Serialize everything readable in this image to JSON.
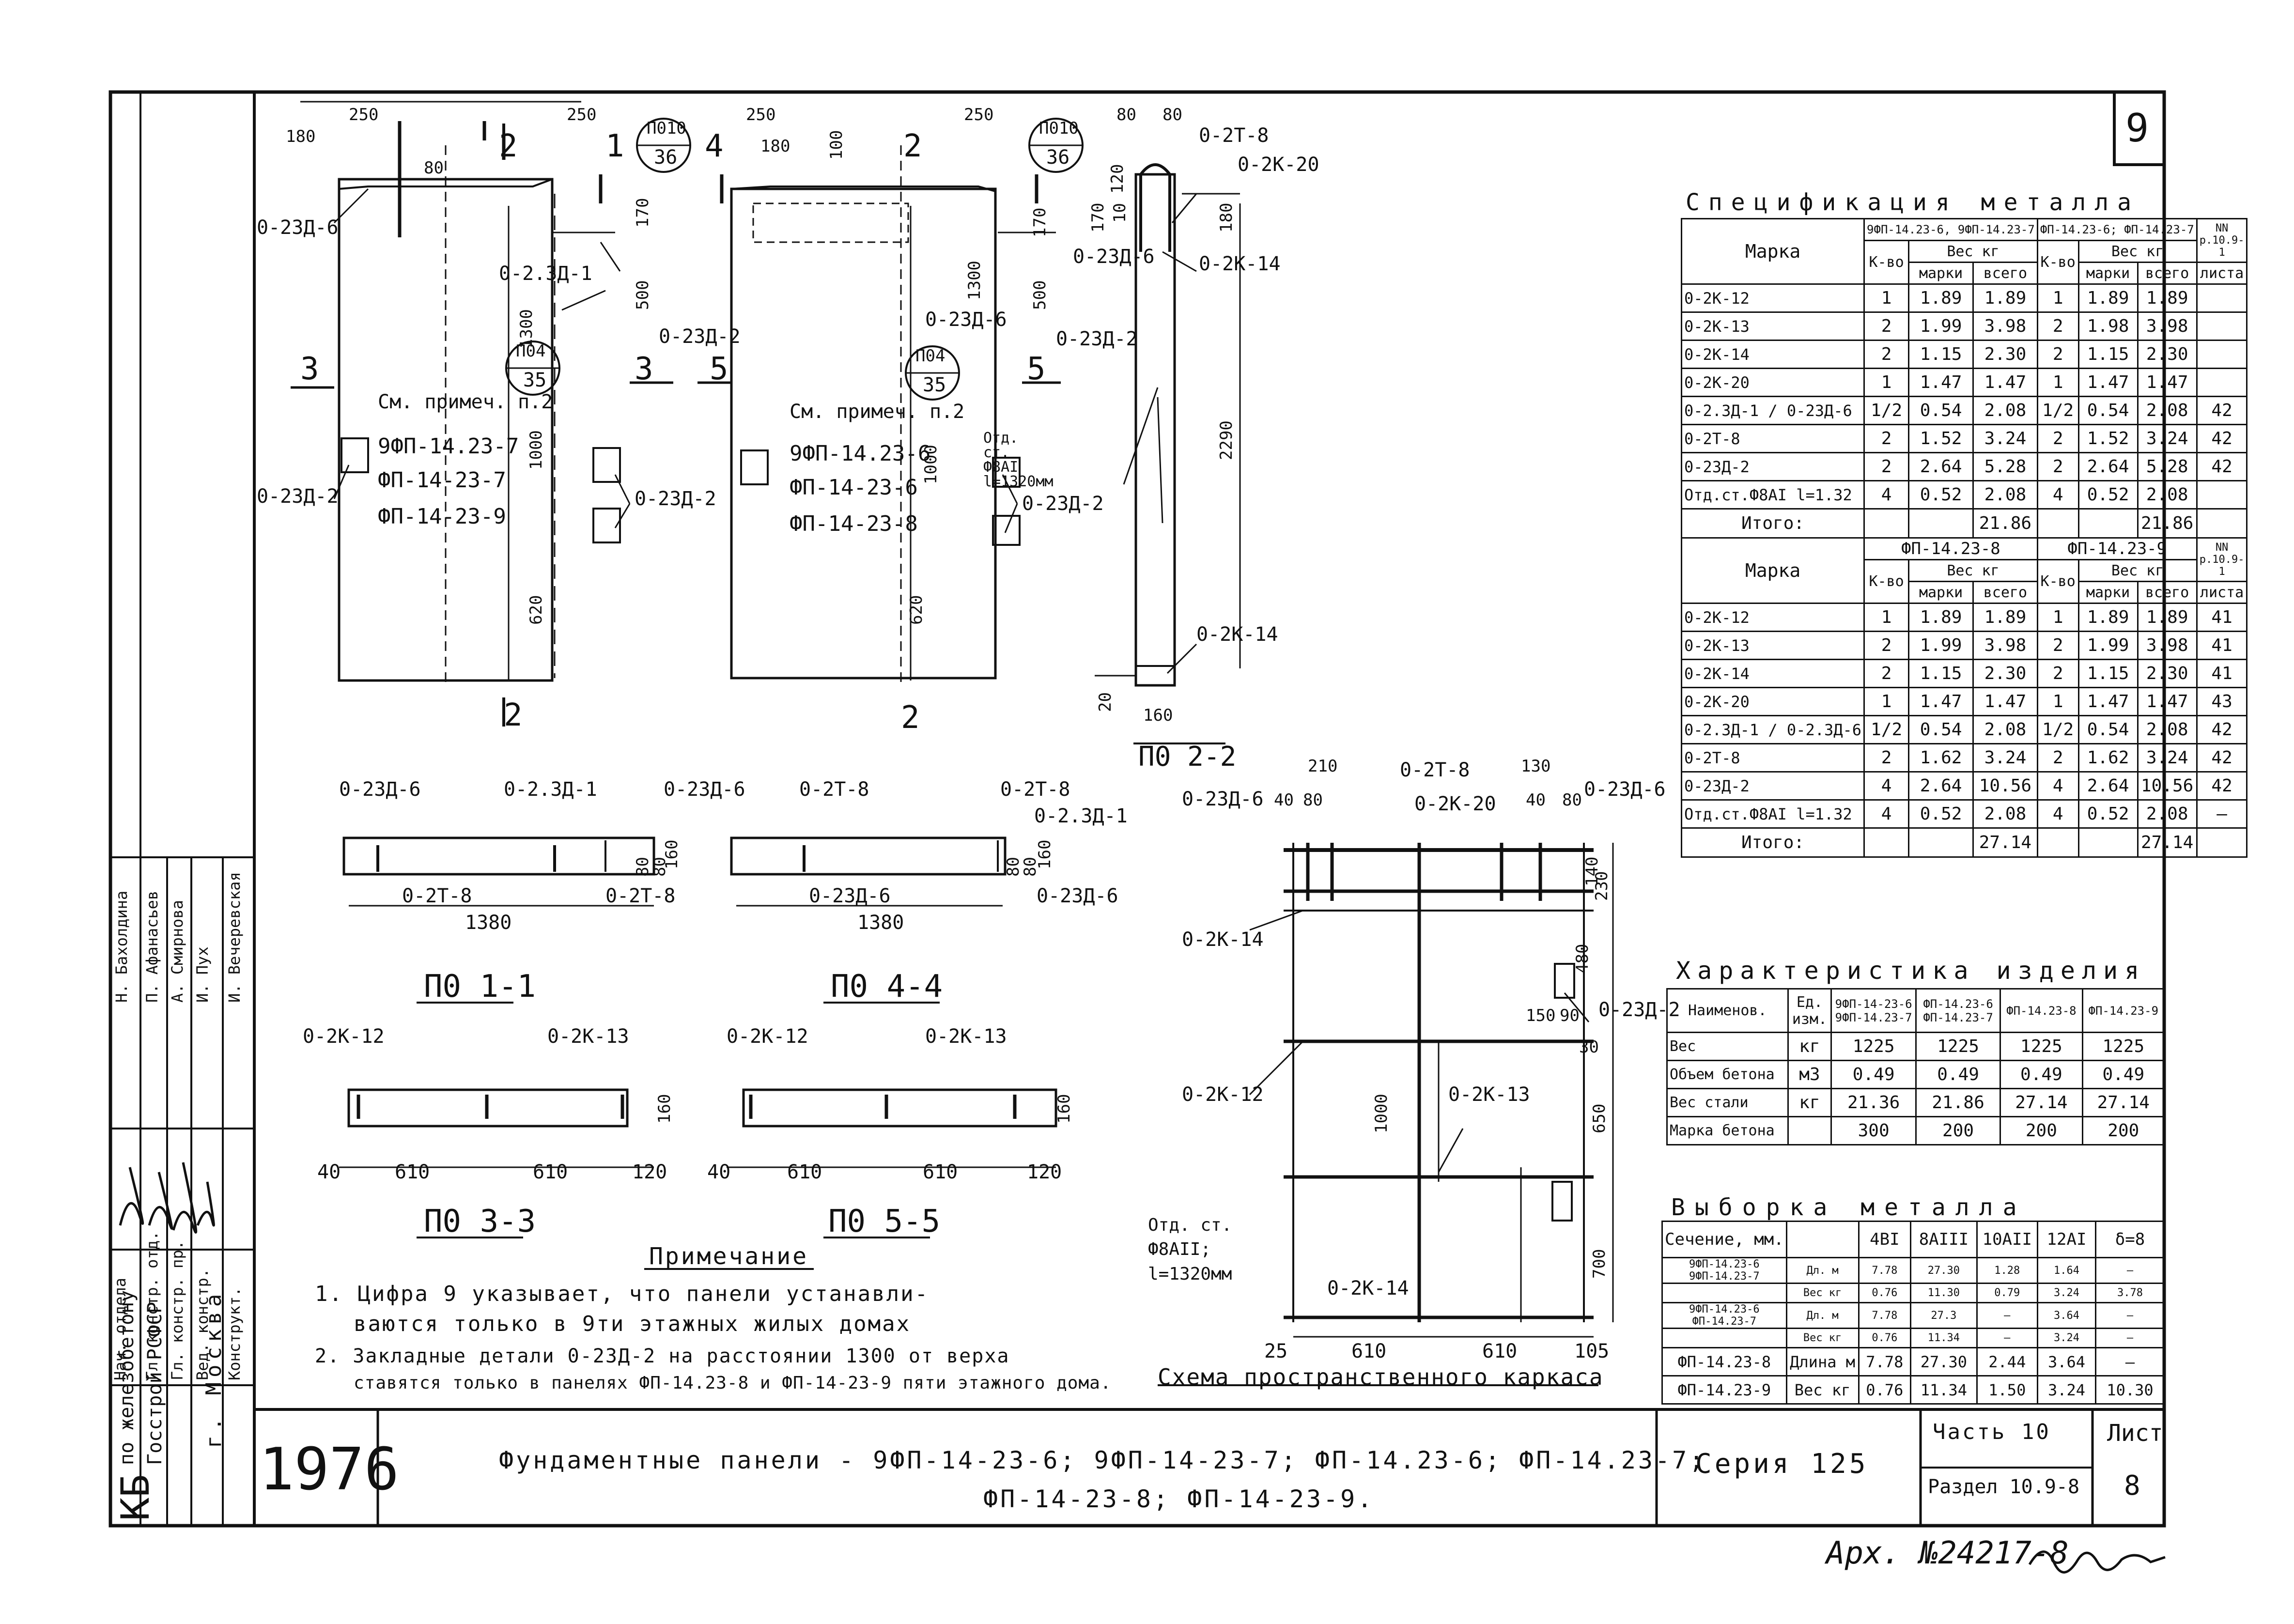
{
  "sheet": {
    "sheet_number": "9",
    "year": "1976",
    "title_line1": "Фундаментные панели - 9ФП-14-23-6; 9ФП-14-23-7; ФП-14.23-6; ФП-14.23-7;",
    "title_line2": "ФП-14-23-8; ФП-14-23-9.",
    "series_label": "Серия 125",
    "part_label": "Часть 10",
    "section_label": "Раздел 10.9-8",
    "list_label": "Лист",
    "list_value": "8",
    "archive": "Арх. №24217-8"
  },
  "stamp": {
    "org_kb": "КБ",
    "org_line1": "по железобетону",
    "org_line2": "Госстрой РСФСР",
    "city": "г. Москва",
    "roles": [
      "Нач. отдела",
      "Гл. констр. отд.",
      "Гл. констр. пр.",
      "Вед. констр.",
      "Конструкт."
    ],
    "names": [
      "Н. Бахолдина",
      "П. Афанасьев",
      "А. Смирнова",
      "И. Пух",
      "И. Вечеревская"
    ]
  },
  "drawing": {
    "left_panel": {
      "dims": [
        "250",
        "250",
        "180",
        "80",
        "1300",
        "500",
        "1000",
        "620",
        "170"
      ],
      "callouts": [
        "0-23Д-6",
        "0-2.3Д-1",
        "0-23Д-2",
        "0-23Д-2",
        "0-23Д-2"
      ],
      "bubbles": [
        {
          "top": "П010",
          "bottom": "36"
        },
        {
          "top": "П04",
          "bottom": "35"
        }
      ],
      "section_marks": [
        "1",
        "2",
        "3",
        "3",
        "2"
      ],
      "note_ref": "См. примеч. п.2",
      "marks": [
        "9ФП-14.23-7",
        "ФП-14-23-7",
        "ФП-14-23-9"
      ]
    },
    "mid_panel": {
      "dims": [
        "250",
        "250",
        "180",
        "100",
        "1300",
        "500",
        "1000",
        "620",
        "170"
      ],
      "callouts": [
        "0-23Д-6",
        "0-23Д-2",
        "0-23Д-2",
        "Отд. ст. Ф8АI l=1320мм"
      ],
      "bubbles": [
        {
          "top": "П010",
          "bottom": "36"
        },
        {
          "top": "П04",
          "bottom": "35"
        }
      ],
      "section_marks": [
        "4",
        "2",
        "5",
        "5",
        "2"
      ],
      "note_ref": "См. примеч. п.2",
      "marks": [
        "9ФП-14.23-6",
        "ФП-14-23-6",
        "ФП-14-23-8"
      ]
    },
    "section_2_2": {
      "dims": [
        "80",
        "80",
        "120",
        "170",
        "180",
        "10",
        "2290",
        "20",
        "160"
      ],
      "callouts": [
        "0-2Т-8",
        "0-2К-20",
        "0-23Д-6",
        "0-2К-14",
        "0-2К-14"
      ],
      "label": "П0 2-2"
    },
    "section_1_1": {
      "callouts": [
        "0-23Д-6",
        "0-2.3Д-1",
        "0-23Д-6",
        "0-2Т-8",
        "0-2Т-8"
      ],
      "dims": [
        "1380",
        "80",
        "80",
        "160"
      ],
      "label": "П0 1-1"
    },
    "section_4_4": {
      "callouts": [
        "0-2Т-8",
        "0-2Т-8",
        "0-2.3Д-1",
        "0-23Д-6",
        "0-23Д-6"
      ],
      "dims": [
        "1380",
        "80",
        "80",
        "160"
      ],
      "label": "П0 4-4"
    },
    "section_3_3": {
      "callouts": [
        "0-2К-12",
        "0-2К-13"
      ],
      "dims": [
        "40",
        "610",
        "610",
        "120",
        "160"
      ],
      "label": "П0 3-3"
    },
    "section_5_5": {
      "callouts": [
        "0-2К-12",
        "0-2К-13"
      ],
      "dims": [
        "40",
        "610",
        "610",
        "120",
        "160"
      ],
      "label": "П0 5-5"
    },
    "cage": {
      "callouts": [
        "0-23Д-6",
        "0-2Т-8",
        "0-23Д-6",
        "0-2К-20",
        "0-2К-14",
        "0-2К-12",
        "0-2К-13",
        "0-23Д-2",
        "0-2К-14",
        "Отд. ст. Ф8АII; l=1320мм"
      ],
      "dims": [
        "210",
        "130",
        "40",
        "80",
        "40",
        "80",
        "140",
        "230",
        "480",
        "150",
        "90",
        "30",
        "1000",
        "650",
        "700",
        "25",
        "610",
        "610",
        "105"
      ],
      "title": "Схема пространственного каркаса"
    },
    "notes": {
      "title": "Примечание",
      "items": [
        "1. Цифра 9 указывает, что панели устанавли-",
        "ваются только в 9ти этажных жилых домах",
        "2. Закладные детали 0-23Д-2 на расстоянии 1300 от верха",
        "ставятся только в панелях ФП-14.23-8 и ФП-14-23-9 пяти этажного дома."
      ]
    }
  },
  "spec_table": {
    "title": "Спецификация металла",
    "block1": {
      "header_marka": "Марка",
      "group_a": "9ФП-14.23-6, 9ФП-14.23-7",
      "group_b": "ФП-14.23-6; ФП-14.23-7",
      "nn": "NN р.10.9-1",
      "kvo": "К-во",
      "ves": "Вес кг",
      "marki": "марки",
      "vsego": "всего",
      "list": "листа",
      "rows": [
        [
          "0-2К-12",
          "1",
          "1.89",
          "1.89",
          "1",
          "1.89",
          "1.89",
          ""
        ],
        [
          "0-2К-13",
          "2",
          "1.99",
          "3.98",
          "2",
          "1.98",
          "3.98",
          ""
        ],
        [
          "0-2К-14",
          "2",
          "1.15",
          "2.30",
          "2",
          "1.15",
          "2.30",
          ""
        ],
        [
          "0-2К-20",
          "1",
          "1.47",
          "1.47",
          "1",
          "1.47",
          "1.47",
          ""
        ],
        [
          "0-2.3Д-1 / 0-23Д-6",
          "1/2",
          "0.54",
          "2.08",
          "1/2",
          "0.54",
          "2.08",
          "42"
        ],
        [
          "0-2Т-8",
          "2",
          "1.52",
          "3.24",
          "2",
          "1.52",
          "3.24",
          "42"
        ],
        [
          "0-23Д-2",
          "2",
          "2.64",
          "5.28",
          "2",
          "2.64",
          "5.28",
          "42"
        ],
        [
          "Отд.ст.Ф8АI l=1.32",
          "4",
          "0.52",
          "2.08",
          "4",
          "0.52",
          "2.08",
          ""
        ]
      ],
      "total_label": "Итого:",
      "total_a": "21.86",
      "total_b": "21.86"
    },
    "block2": {
      "header_marka": "Марка",
      "group_a": "ФП-14.23-8",
      "group_b": "ФП-14.23-9",
      "nn": "NN р.10.9-1",
      "kvo": "К-во",
      "ves": "Вес кг",
      "marki": "марки",
      "vsego": "всего",
      "list": "листа",
      "rows": [
        [
          "0-2К-12",
          "1",
          "1.89",
          "1.89",
          "1",
          "1.89",
          "1.89",
          "41"
        ],
        [
          "0-2К-13",
          "2",
          "1.99",
          "3.98",
          "2",
          "1.99",
          "3.98",
          "41"
        ],
        [
          "0-2К-14",
          "2",
          "1.15",
          "2.30",
          "2",
          "1.15",
          "2.30",
          "41"
        ],
        [
          "0-2К-20",
          "1",
          "1.47",
          "1.47",
          "1",
          "1.47",
          "1.47",
          "43"
        ],
        [
          "0-2.3Д-1 / 0-2.3Д-6",
          "1/2",
          "0.54",
          "2.08",
          "1/2",
          "0.54",
          "2.08",
          "42"
        ],
        [
          "0-2Т-8",
          "2",
          "1.62",
          "3.24",
          "2",
          "1.62",
          "3.24",
          "42"
        ],
        [
          "0-23Д-2",
          "4",
          "2.64",
          "10.56",
          "4",
          "2.64",
          "10.56",
          "42"
        ],
        [
          "Отд.ст.Ф8АI l=1.32",
          "4",
          "0.52",
          "2.08",
          "4",
          "0.52",
          "2.08",
          "—"
        ]
      ],
      "total_label": "Итого:",
      "total_a": "27.14",
      "total_b": "27.14"
    }
  },
  "char_table": {
    "title": "Характеристика изделия",
    "headers": [
      "Наименов.",
      "Ед. изм.",
      "9ФП-14-23-6 9ФП-14.23-7",
      "ФП-14.23-6 ФП-14.23-7",
      "ФП-14.23-8",
      "ФП-14.23-9"
    ],
    "rows": [
      [
        "Вес",
        "кг",
        "1225",
        "1225",
        "1225",
        "1225"
      ],
      [
        "Объем бетона",
        "м3",
        "0.49",
        "0.49",
        "0.49",
        "0.49"
      ],
      [
        "Вес стали",
        "кг",
        "21.36",
        "21.86",
        "27.14",
        "27.14"
      ],
      [
        "Марка бетона",
        "",
        "300",
        "200",
        "200",
        "200"
      ]
    ]
  },
  "vyborka_table": {
    "title": "Выборка металла",
    "headers": [
      "Сечение, мм.",
      "",
      "4BI",
      "8AIII",
      "10AII",
      "12AI",
      "δ=8"
    ],
    "rows": [
      [
        "9ФП-14.23-6 9ФП-14.23-7",
        "Дл. м",
        "7.78",
        "27.30",
        "1.28",
        "1.64",
        "—"
      ],
      [
        "",
        "Вес кг",
        "0.76",
        "11.30",
        "0.79",
        "3.24",
        "3.78"
      ],
      [
        "9ФП-14.23-6 ФП-14.23-7",
        "Дл. м",
        "7.78",
        "27.3",
        "—",
        "3.64",
        "—"
      ],
      [
        "",
        "Вес кг",
        "0.76",
        "11.34",
        "—",
        "3.24",
        "—"
      ],
      [
        "ФП-14.23-8",
        "Длина м",
        "7.78",
        "27.30",
        "2.44",
        "3.64",
        "—"
      ],
      [
        "ФП-14.23-9",
        "Вес кг",
        "0.76",
        "11.34",
        "1.50",
        "3.24",
        "10.30"
      ]
    ]
  }
}
